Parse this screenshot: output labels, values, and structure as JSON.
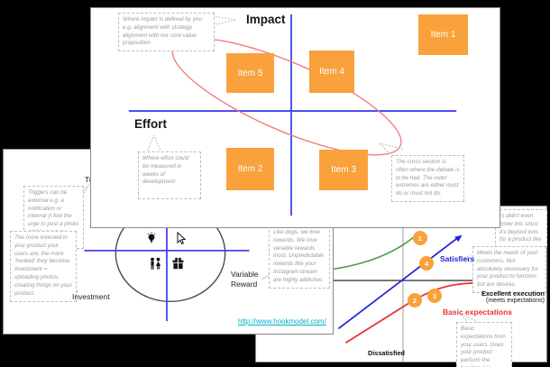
{
  "colors": {
    "accent_orange": "#f9a13b",
    "axis_blue": "#4242f0",
    "ellipse_red": "#f07575",
    "kano_green": "#4b9e4b",
    "kano_blue": "#2222dd",
    "kano_red": "#e63232",
    "link_teal": "#00aec8",
    "note_gray": "#9b9b9b",
    "panel_border": "#8a8a8a"
  },
  "panels": {
    "impact_effort": {
      "impact_label": "Impact",
      "effort_label": "Effort",
      "impact_note": "Where impact is defined by you e.g. alignment with strategy, alignment with our core value proposition",
      "effort_note": "Where effort could be measured in weeks of development",
      "cross_section_note": "The cross section is often where the debate is to be had. The outer extremes are either must do or must not do.",
      "items": [
        "Item 1",
        "Item 2",
        "Item 3",
        "Item 4",
        "Item 5"
      ]
    },
    "hook_model": {
      "trigger_label": "Trigger",
      "investment_label": "Investment",
      "variable_reward_label": "Variable Reward",
      "triggers_note": "Triggers can be external e.g. a notification or internal (I feel the urge to post a photo of this meal on Instagram)",
      "investment_note": "The more invested in your product your users are, the more 'hooked' they become. Investment = uploading photos, creating things on your product.",
      "variable_reward_note": "Like dogs, we love rewards. We love variable rewards most. Unpredictable rewards like your Instagram stream are highly addictive.",
      "link": "http://www.hookmodel.com/",
      "icons": [
        "lightbulb-icon",
        "cursor-icon",
        "couple-icon",
        "gift-icon"
      ]
    },
    "kano": {
      "satisfiers_label": "Satisfiers",
      "basic_expectations_label": "Basic expectations",
      "excellent_execution_label": "Excellent execution",
      "meets_expectations_label": "(meets expectations)",
      "dissatisfied_label": "Dissatisfied",
      "partial_note": "rs didn't even know this since it's beyond ions for a product like",
      "satisfiers_note": "Meets the needs of your customers. Not absolutely necessary for your product to function but are desires.",
      "basic_note": "Basic expectations from your users. Does your product perform the function it is meant to?",
      "markers": [
        "1",
        "4",
        "2",
        "3"
      ]
    }
  }
}
